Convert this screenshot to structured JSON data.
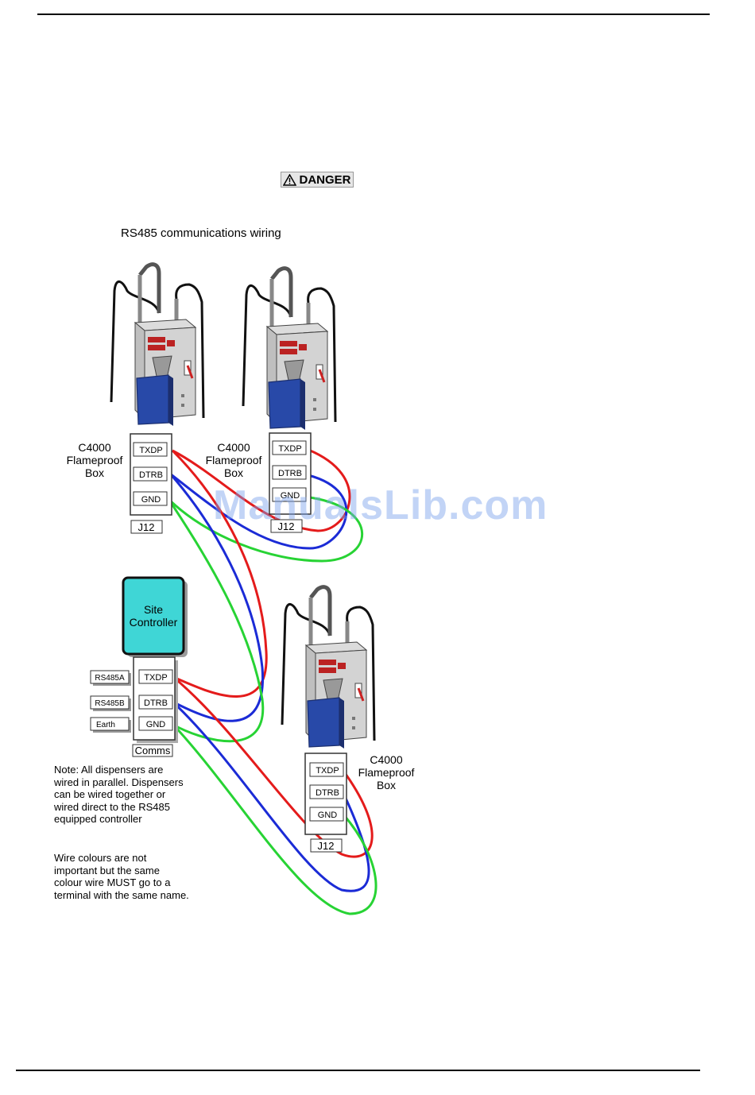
{
  "danger_label": "DANGER",
  "figure_caption": "RS485 communications wiring",
  "watermark": "ManualsLib.com",
  "site_controller": {
    "line1": "Site",
    "line2": "Controller",
    "terminals": [
      "TXDP",
      "DTRB",
      "GND"
    ],
    "block_label": "Comms",
    "external_labels": [
      "RS485A",
      "RS485B",
      "Earth"
    ]
  },
  "flameproof_boxes": [
    {
      "line1": "C4000",
      "line2": "Flameproof",
      "line3": "Box",
      "terminals": [
        "TXDP",
        "DTRB",
        "GND"
      ],
      "connector": "J12"
    },
    {
      "line1": "C4000",
      "line2": "Flameproof",
      "line3": "Box",
      "terminals": [
        "TXDP",
        "DTRB",
        "GND"
      ],
      "connector": "J12"
    },
    {
      "line1": "C4000",
      "line2": "Flameproof",
      "line3": "Box",
      "terminals": [
        "TXDP",
        "DTRB",
        "GND"
      ],
      "connector": "J12"
    }
  ],
  "wire_colors": {
    "txdp": "#e41b1b",
    "dtrb": "#1b2bd6",
    "gnd": "#27d334"
  },
  "note_parallel": "Note: All dispensers are wired in parallel. Dispensers can be wired together or wired direct to the RS485 equipped controller",
  "note_colours": "Wire colours are not important but the same colour wire MUST go to a terminal with the same name."
}
